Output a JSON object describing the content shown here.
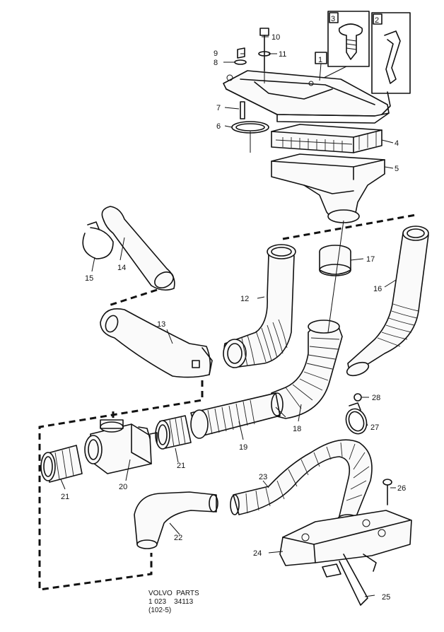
{
  "callouts": {
    "c1": "1",
    "c2": "2",
    "c3": "3",
    "c4": "4",
    "c5": "5",
    "c6": "6",
    "c7": "7",
    "c8": "8",
    "c9": "9",
    "c10": "10",
    "c11": "11",
    "c12": "12",
    "c13": "13",
    "c14": "14",
    "c15": "15",
    "c16": "16",
    "c17": "17",
    "c18": "18",
    "c19": "19",
    "c20": "20",
    "c21a": "21",
    "c21b": "21",
    "c22": "22",
    "c23": "23",
    "c24": "24",
    "c25": "25",
    "c26": "26",
    "c27": "27",
    "c28": "28"
  },
  "footer": {
    "line1": "VOLVO  PARTS",
    "line2": "1 023    34113",
    "line3": "(102-5)"
  }
}
